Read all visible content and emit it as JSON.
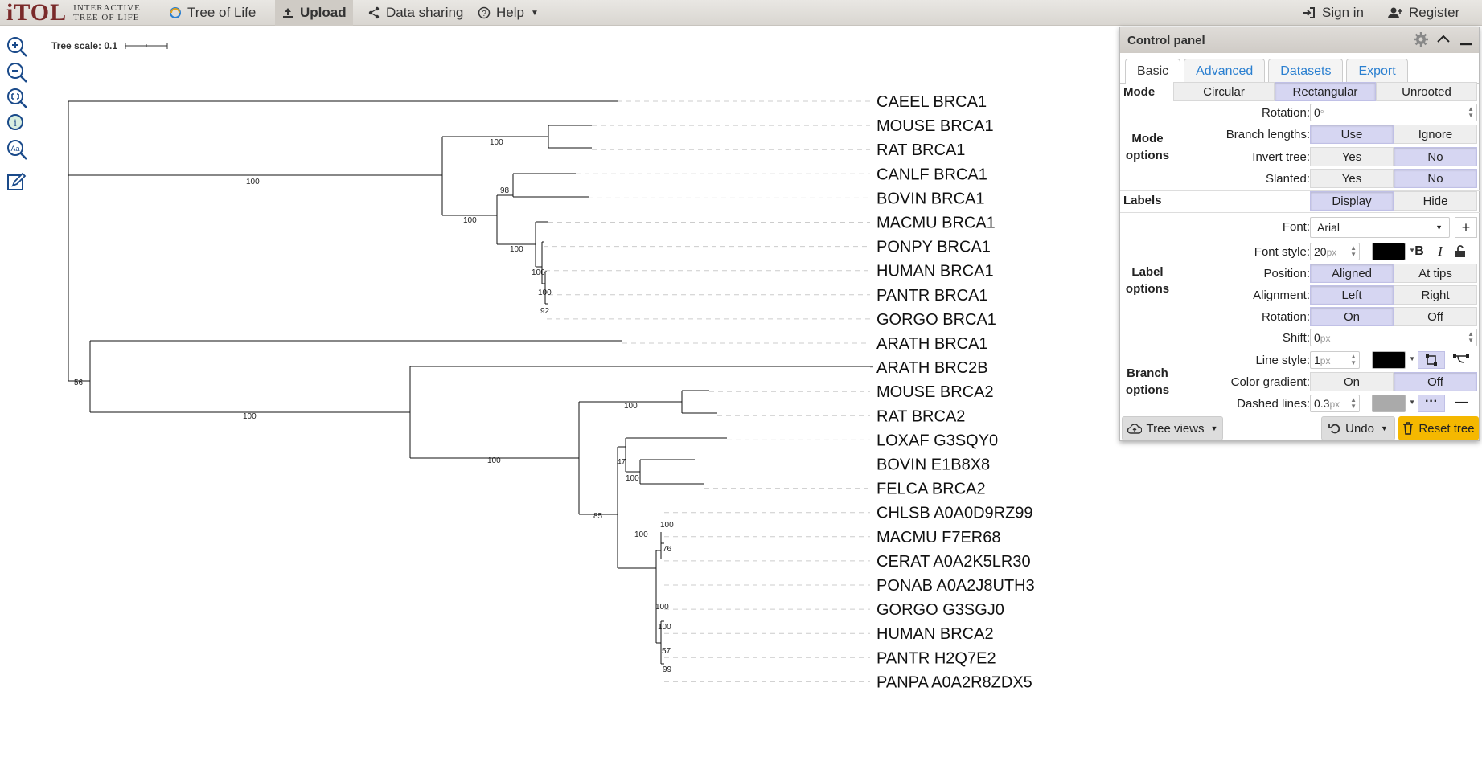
{
  "topbar": {
    "logo_main": "iTOL",
    "logo_sub_1": "INTERACTIVE",
    "logo_sub_2": "TREE OF LIFE",
    "tree_of_life": "Tree of Life",
    "upload": "Upload",
    "data_sharing": "Data sharing",
    "help": "Help",
    "sign_in": "Sign in",
    "register": "Register"
  },
  "tree": {
    "scale_label": "Tree scale: 0.1",
    "leaves": [
      "CAEEL BRCA1",
      "MOUSE BRCA1",
      "RAT BRCA1",
      "CANLF BRCA1",
      "BOVIN BRCA1",
      "MACMU BRCA1",
      "PONPY BRCA1",
      "HUMAN BRCA1",
      "PANTR BRCA1",
      "GORGO BRCA1",
      "ARATH BRCA1",
      "ARATH BRC2B",
      "MOUSE BRCA2",
      "RAT BRCA2",
      "LOXAF G3SQY0",
      "BOVIN E1B8X8",
      "FELCA BRCA2",
      "CHLSB A0A0D9RZ99",
      "MACMU F7ER68",
      "CERAT A0A2K5LR30",
      "PONAB A0A2J8UTH3",
      "GORGO G3SGJ0",
      "HUMAN BRCA2",
      "PANTR H2Q7E2",
      "PANPA A0A2R8ZDX5"
    ],
    "bootstraps": [
      "100",
      "100",
      "98",
      "100",
      "100",
      "100",
      "100",
      "92",
      "56",
      "100",
      "100",
      "100",
      "47",
      "100",
      "85",
      "100",
      "100",
      "76",
      "100",
      "100",
      "57",
      "99"
    ]
  },
  "control_panel": {
    "title": "Control panel",
    "tabs": [
      "Basic",
      "Advanced",
      "Datasets",
      "Export"
    ],
    "mode_label": "Mode",
    "modes": [
      "Circular",
      "Rectangular",
      "Unrooted"
    ],
    "mode_options_label_1": "Mode",
    "mode_options_label_2": "options",
    "rotation_label": "Rotation:",
    "rotation_value": "0",
    "rotation_unit": "°",
    "branch_lengths_label": "Branch lengths:",
    "use": "Use",
    "ignore": "Ignore",
    "invert_tree_label": "Invert tree:",
    "slanted_label": "Slanted:",
    "yes": "Yes",
    "no": "No",
    "labels_label": "Labels",
    "display": "Display",
    "hide": "Hide",
    "label_options_label_1": "Label",
    "label_options_label_2": "options",
    "font_label": "Font:",
    "font_value": "Arial",
    "font_style_label": "Font style:",
    "font_size": "20",
    "px": "px",
    "bold": "B",
    "italic": "I",
    "position_label": "Position:",
    "aligned": "Aligned",
    "at_tips": "At tips",
    "alignment_label": "Alignment:",
    "left": "Left",
    "right": "Right",
    "label_rotation_label": "Rotation:",
    "on": "On",
    "off": "Off",
    "shift_label": "Shift:",
    "shift_value": "0",
    "branch_options_label_1": "Branch",
    "branch_options_label_2": "options",
    "line_style_label": "Line style:",
    "line_width": "1",
    "color_gradient_label": "Color gradient:",
    "dashed_lines_label": "Dashed lines:",
    "dashed_value": "0.3",
    "tree_views": "Tree views",
    "undo": "Undo",
    "reset_tree": "Reset tree"
  },
  "colors": {
    "accent_blue": "#2a7fd0",
    "reset_yellow": "#f5b800",
    "segment_on": "#d6d6f2"
  }
}
